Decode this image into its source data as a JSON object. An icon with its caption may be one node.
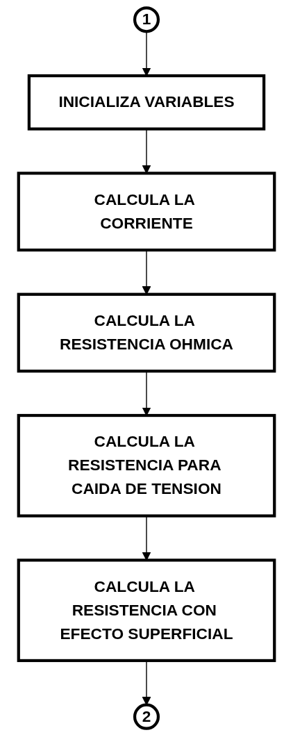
{
  "diagram": {
    "nodes": [
      {
        "text": [
          "1"
        ]
      },
      {
        "text": [
          "INICIALIZA VARIABLES"
        ]
      },
      {
        "text": [
          "CALCULA LA CORRIENTE"
        ]
      },
      {
        "text": [
          "CALCULA LA RESISTENCIA OHMICA"
        ]
      },
      {
        "text": [
          "CALCULA LA RESISTENCIA PARA CAIDA DE TENSION"
        ]
      },
      {
        "text": [
          "CALCULA LA RESISTENCIA CON EFECTO SUPERFICIAL"
        ]
      },
      {
        "text": [
          "2"
        ]
      }
    ],
    "edges": [
      {
        "from": 0,
        "to": 1,
        "arrow": "to"
      },
      {
        "from": 1,
        "to": 2,
        "arrow": "to"
      },
      {
        "from": 2,
        "to": 3,
        "arrow": "to"
      },
      {
        "from": 3,
        "to": 4,
        "arrow": "to"
      },
      {
        "from": 4,
        "to": 5,
        "arrow": "to"
      },
      {
        "from": 5,
        "to": 6,
        "arrow": "to"
      }
    ]
  }
}
